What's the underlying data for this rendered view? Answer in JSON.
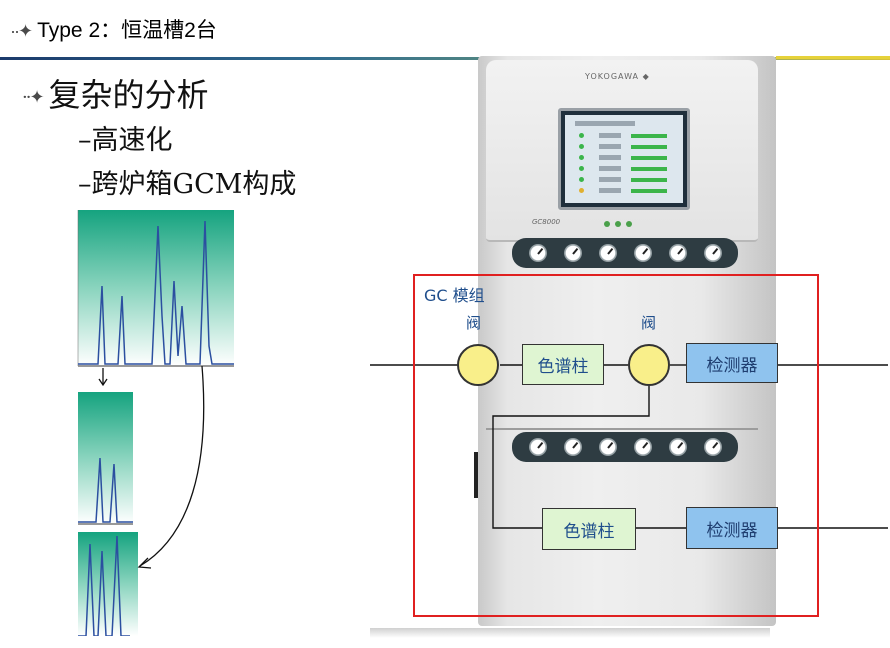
{
  "header": {
    "bullet": "··✦",
    "title": "Type 2：恒温槽2台"
  },
  "points": {
    "main": "复杂的分析",
    "subs": [
      "–高速化",
      "–跨炉箱GCM构成"
    ]
  },
  "instrument": {
    "brand": "YOKOGAWA ◆",
    "model": "GC8000"
  },
  "diagram": {
    "module_label": "GC 模组",
    "valve_label": "阀",
    "column_label": "色谱柱",
    "detector_label": "检测器"
  },
  "colors": {
    "valve": "#f9ef8a",
    "column": "#dff5d2",
    "detector": "#8fc3ee",
    "frame": "#e02020",
    "label": "#1f4e8c"
  }
}
